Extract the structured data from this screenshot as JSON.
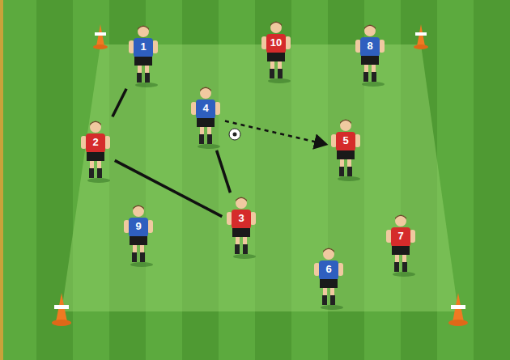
{
  "diagram": {
    "nodes": [
      {
        "text": [
          "1"
        ]
      },
      {
        "text": [
          "10"
        ]
      },
      {
        "text": [
          "8"
        ]
      },
      {
        "text": [
          "4"
        ]
      },
      {
        "text": [
          "2"
        ]
      },
      {
        "text": [
          "5"
        ]
      },
      {
        "text": [
          "9"
        ]
      },
      {
        "text": [
          "3"
        ]
      },
      {
        "text": [
          "7"
        ]
      },
      {
        "text": [
          "6"
        ]
      }
    ],
    "edges": [
      {
        "from": 4,
        "to": 0,
        "arrow": "none"
      },
      {
        "from": 4,
        "to": 7,
        "arrow": "none"
      },
      {
        "from": 7,
        "to": 3,
        "arrow": "none"
      },
      {
        "from": 3,
        "to": 5,
        "arrow": "to"
      }
    ]
  }
}
